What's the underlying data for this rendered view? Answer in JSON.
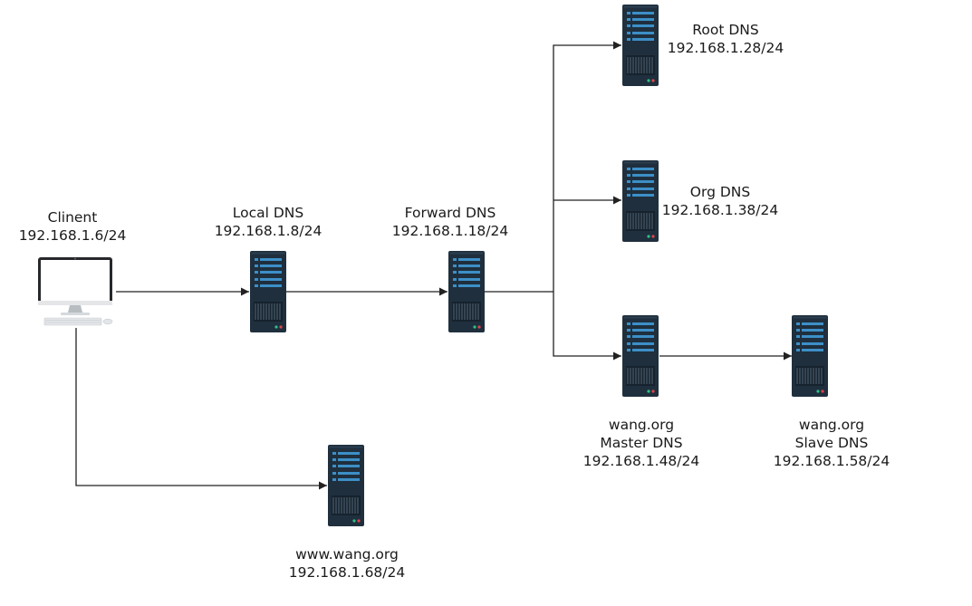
{
  "nodes": {
    "client": {
      "lines": [
        "Clinent",
        "192.168.1.6/24"
      ],
      "icon": "computer-icon"
    },
    "local_dns": {
      "lines": [
        "Local DNS",
        "192.168.1.8/24"
      ],
      "icon": "server-icon"
    },
    "forward_dns": {
      "lines": [
        "Forward DNS",
        "192.168.1.18/24"
      ],
      "icon": "server-icon"
    },
    "root_dns": {
      "lines": [
        "Root DNS",
        "192.168.1.28/24"
      ],
      "icon": "server-icon"
    },
    "org_dns": {
      "lines": [
        "Org DNS",
        "192.168.1.38/24"
      ],
      "icon": "server-icon"
    },
    "master_dns": {
      "lines": [
        "wang.org",
        "Master DNS",
        "192.168.1.48/24"
      ],
      "icon": "server-icon"
    },
    "slave_dns": {
      "lines": [
        "wang.org",
        "Slave DNS",
        "192.168.1.58/24"
      ],
      "icon": "server-icon"
    },
    "www": {
      "lines": [
        "www.wang.org",
        "192.168.1.68/24"
      ],
      "icon": "server-icon"
    }
  },
  "colors": {
    "server_body": "#1f2f3d",
    "server_slot": "#3c8fc7",
    "line": "#222222",
    "led_red": "#e0454b",
    "led_green": "#2dbf8a"
  }
}
